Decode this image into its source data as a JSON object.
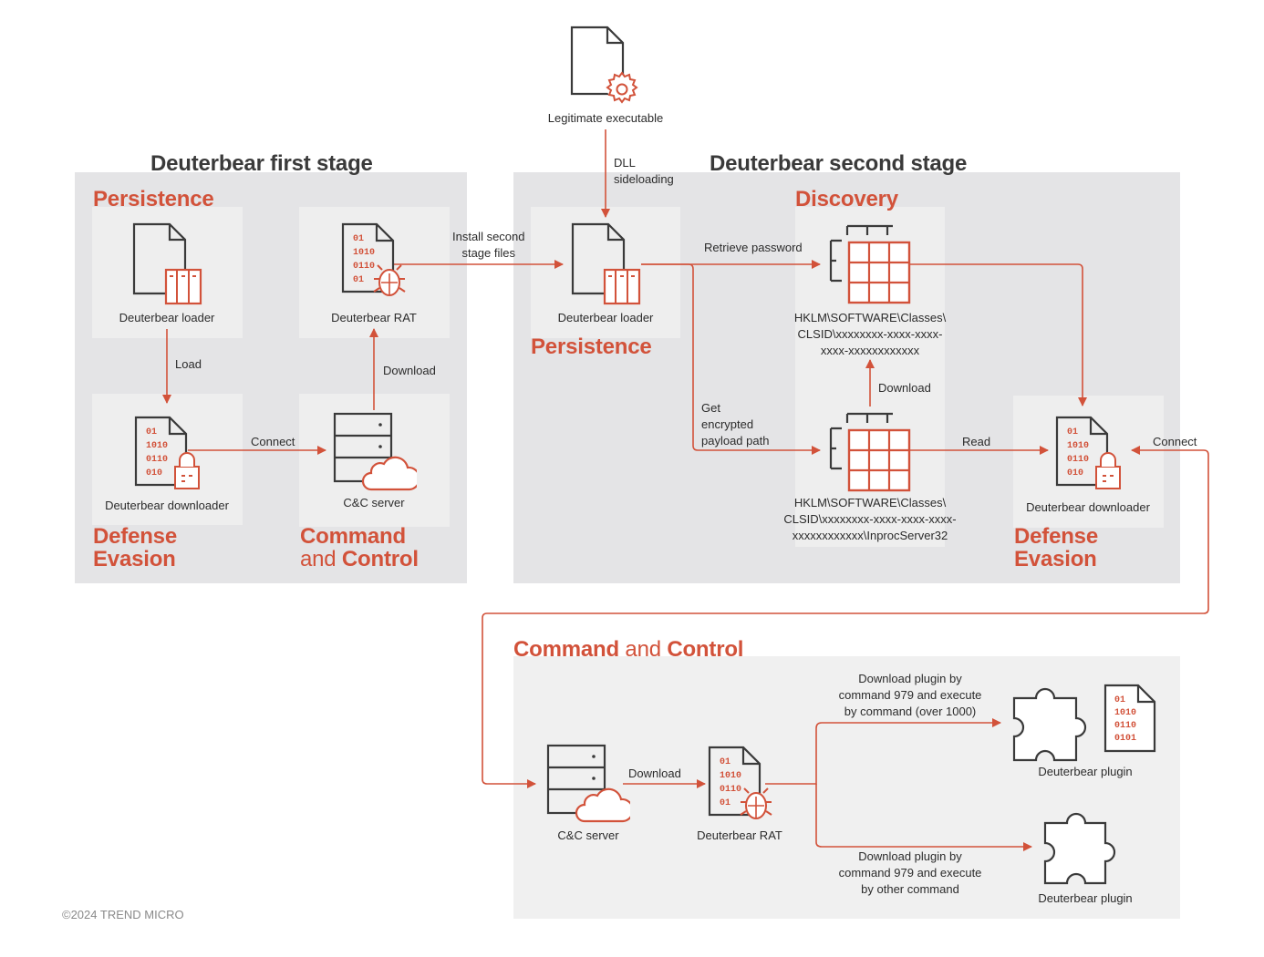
{
  "stages": {
    "first": "Deuterbear first stage",
    "second": "Deuterbear second stage"
  },
  "categories": {
    "persistence_1": "Persistence",
    "defense_evasion_1": [
      "Defense",
      "Evasion"
    ],
    "cnc_1": {
      "bold": "Command",
      "line2_thin": "and ",
      "line2_bold": "Control"
    },
    "persistence_2": "Persistence",
    "discovery": "Discovery",
    "defense_evasion_2": [
      "Defense",
      "Evasion"
    ],
    "cnc_3": {
      "bold1": "Command",
      "thin": " and ",
      "bold2": "Control"
    }
  },
  "nodes": {
    "legit_exe": "Legitimate executable",
    "loader_1": "Deuterbear loader",
    "downloader_1": "Deuterbear downloader",
    "rat_1": "Deuterbear RAT",
    "cnc_server_1": "C&C server",
    "loader_2": "Deuterbear loader",
    "registry_1": [
      "HKLM\\SOFTWARE\\Classes\\",
      "CLSID\\xxxxxxxx-xxxx-xxxx-",
      "xxxx-xxxxxxxxxxxx"
    ],
    "registry_2": [
      "HKLM\\SOFTWARE\\Classes\\",
      "CLSID\\xxxxxxxx-xxxx-xxxx-xxxx-",
      "xxxxxxxxxxxx\\InprocServer32"
    ],
    "downloader_2": "Deuterbear downloader",
    "cnc_server_3": "C&C server",
    "rat_3": "Deuterbear RAT",
    "plugin_1": "Deuterbear plugin",
    "plugin_2": "Deuterbear plugin"
  },
  "edges": {
    "dll_sideloading": [
      "DLL",
      "sideloading"
    ],
    "load": "Load",
    "connect_1": "Connect",
    "download_1": "Download",
    "install_second": [
      "Install second",
      "stage files"
    ],
    "retrieve_password": "Retrieve password",
    "get_encrypted": [
      "Get",
      "encrypted",
      "payload path"
    ],
    "download_2": "Download",
    "read": "Read",
    "connect_2": "Connect",
    "download_3": "Download",
    "plugin_cmd_1": [
      "Download plugin by",
      "command 979 and execute",
      "by command (over 1000)"
    ],
    "plugin_cmd_2": [
      "Download plugin by",
      "command 979 and execute",
      "by other command"
    ]
  },
  "copyright": "©2024 TREND MICRO",
  "colors": {
    "accent": "#d2523a",
    "panel": "#e4e4e6",
    "card": "#eeeeee",
    "dark": "#3a3a3a"
  }
}
